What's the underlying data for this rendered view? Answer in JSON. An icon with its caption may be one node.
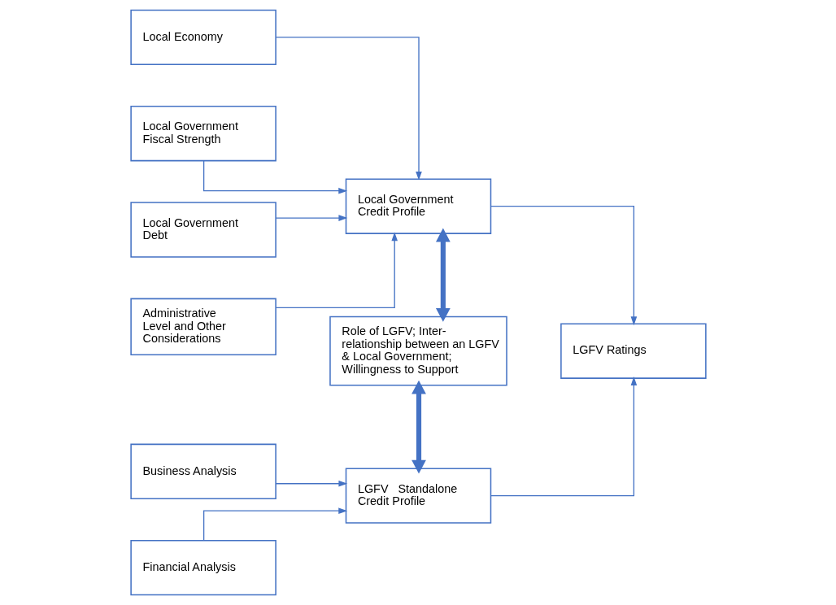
{
  "diagram": {
    "nodes": [
      {
        "text": [
          "Local Economy"
        ]
      },
      {
        "text": [
          "Local Government Fiscal Strength"
        ]
      },
      {
        "text": [
          "Local Government Debt"
        ]
      },
      {
        "text": [
          "Administrative Level and Other Considerations"
        ]
      },
      {
        "text": [
          "Business Analysis"
        ]
      },
      {
        "text": [
          "Financial Analysis"
        ]
      },
      {
        "text": [
          "Local Government Credit Profile"
        ]
      },
      {
        "text": [
          "Role of LGFV; Inter-relationship between an LGFV & Local Government; Willingness to Support"
        ]
      },
      {
        "text": [
          "LGFV   Standalone Credit Profile"
        ]
      },
      {
        "text": [
          "LGFV Ratings"
        ]
      }
    ],
    "edges": [
      {
        "from": 0,
        "to": 6,
        "arrow": "to"
      },
      {
        "from": 1,
        "to": 6,
        "arrow": "to"
      },
      {
        "from": 2,
        "to": 6,
        "arrow": "to"
      },
      {
        "from": 3,
        "to": 6,
        "arrow": "to"
      },
      {
        "from": 6,
        "to": 7,
        "arrow": "both",
        "style": "thick"
      },
      {
        "from": 7,
        "to": 8,
        "arrow": "both",
        "style": "thick"
      },
      {
        "from": 4,
        "to": 8,
        "arrow": "to"
      },
      {
        "from": 5,
        "to": 8,
        "arrow": "to"
      },
      {
        "from": 6,
        "to": 9,
        "arrow": "to"
      },
      {
        "from": 8,
        "to": 9,
        "arrow": "to"
      }
    ]
  }
}
